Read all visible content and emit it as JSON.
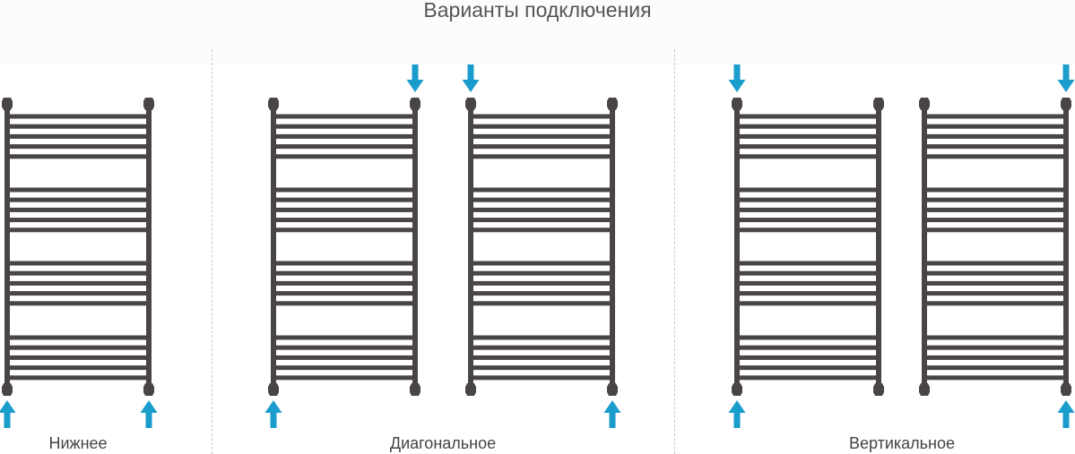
{
  "title": "Варианты подключения",
  "colors": {
    "radiator": "#4a4545",
    "arrow": "#1a9ccc"
  },
  "groups": [
    {
      "label": "Нижнее"
    },
    {
      "label": "Диагональное"
    },
    {
      "label": "Вертикальное"
    }
  ],
  "radiators": [
    {
      "group": 0,
      "arrows": [
        "bottom-left-up",
        "bottom-right-up"
      ]
    },
    {
      "group": 1,
      "arrows": [
        "top-right-down",
        "bottom-left-up"
      ]
    },
    {
      "group": 1,
      "arrows": [
        "top-left-down",
        "bottom-right-up"
      ]
    },
    {
      "group": 2,
      "arrows": [
        "top-left-down",
        "bottom-left-up"
      ]
    },
    {
      "group": 2,
      "arrows": [
        "top-right-down",
        "bottom-right-up"
      ]
    }
  ],
  "bar_groups": 4,
  "bars_per_group": 5
}
